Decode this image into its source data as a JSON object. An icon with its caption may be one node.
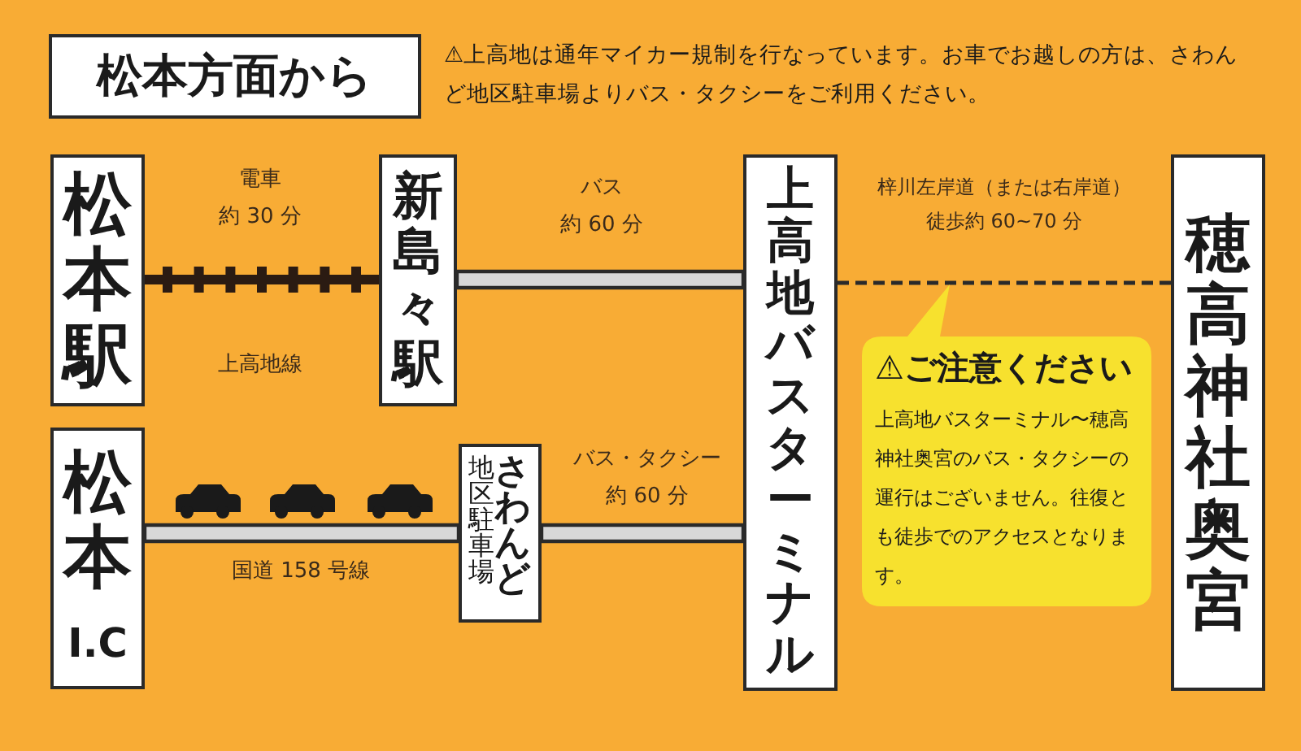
{
  "diagram": {
    "title": "松本方面から",
    "nodes": [
      {
        "text": [
          "松本駅"
        ]
      },
      {
        "text": [
          "新島々駅"
        ]
      },
      {
        "text": [
          "上高地バスターミナル"
        ]
      },
      {
        "text": [
          "穂高神社奥宮"
        ]
      },
      {
        "text": [
          "松本I.C"
        ]
      },
      {
        "text": [
          "地区駐車場",
          "さわんど"
        ]
      },
      {
        "text": [
          "⚠ご注意ください",
          "上高地バスターミナル〜穂高神社奥宮のバス・タクシーの運行はございません。往復とも徒歩でのアクセスとなります。"
        ]
      }
    ],
    "edges": [
      {
        "from": 0,
        "to": 1,
        "arrow": "none",
        "label": "電車約 30 分",
        "style": "thick",
        "color": "#2b1b12"
      },
      {
        "from": 1,
        "to": 2,
        "arrow": "none",
        "label": "バス約 60 分"
      },
      {
        "from": 4,
        "to": 5,
        "arrow": "none",
        "label": "国道 158 号線"
      },
      {
        "from": 5,
        "to": 2,
        "arrow": "none",
        "label": "バス・タクシー約 60 分"
      },
      {
        "from": 2,
        "to": 3,
        "arrow": "none",
        "label": "梓川左岸道（または右岸道）徒歩約 60~70 分",
        "style": "dashed"
      }
    ],
    "labels": [
      "⚠上高地は通年マイカー規制を行なっています。お車でお越しの方は、さわんど地区駐車場よりバス・タクシーをご利用ください。",
      "上高地線"
    ]
  }
}
